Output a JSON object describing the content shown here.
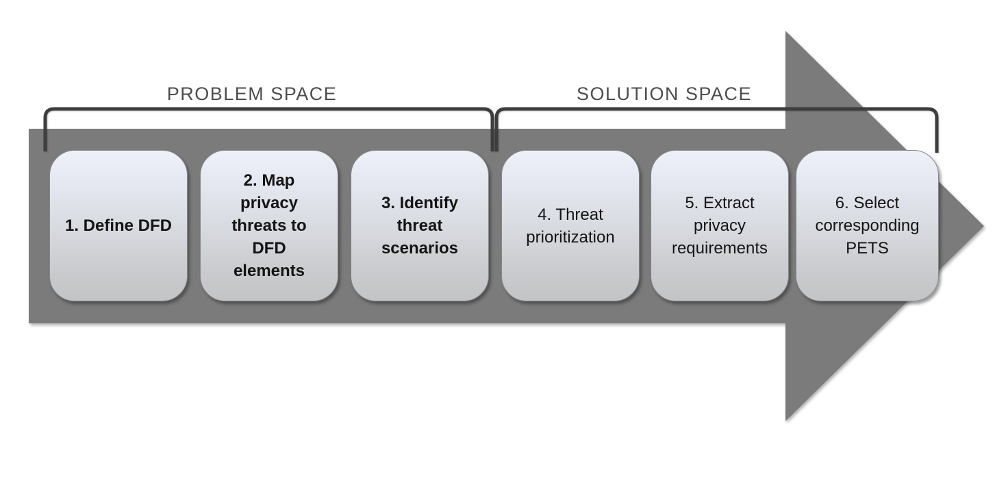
{
  "diagram": {
    "description": "Six-step privacy threat modeling process on a right-pointing arrow",
    "sections": [
      {
        "label": "PROBLEM SPACE",
        "steps_covered": [
          1,
          2,
          3
        ]
      },
      {
        "label": "SOLUTION SPACE",
        "steps_covered": [
          4,
          5,
          6
        ]
      }
    ],
    "steps": [
      {
        "label": "1. Define DFD",
        "emphasis": "bold"
      },
      {
        "label": "2. Map\nprivacy\nthreats to\nDFD\nelements",
        "emphasis": "bold"
      },
      {
        "label": "3. Identify\nthreat\nscenarios",
        "emphasis": "bold"
      },
      {
        "label": "4. Threat\nprioritization",
        "emphasis": "regular"
      },
      {
        "label": "5. Extract\nprivacy\nrequirements",
        "emphasis": "regular"
      },
      {
        "label": "6. Select\ncorresponding\nPETS",
        "emphasis": "regular"
      }
    ],
    "colors": {
      "arrow_fill": "#7b7b7b",
      "bracket_stroke": "#3d3d3d",
      "section_label_text": "#4d4d4d",
      "box_gradient_top": "#eff1f9",
      "box_gradient_bottom": "#c3c4c6",
      "box_border": "#848689",
      "step_text": "#141414",
      "background": "#ffffff"
    }
  }
}
